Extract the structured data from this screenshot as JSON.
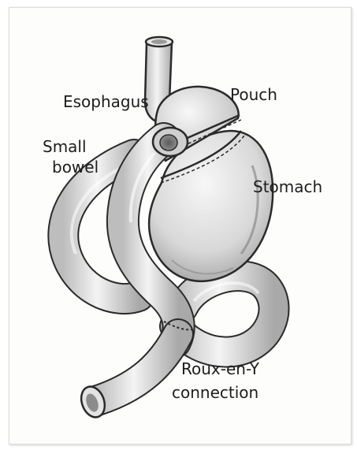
{
  "labels": {
    "esophagus": "Esophagus",
    "pouch": "Pouch",
    "small_bowel_line1": "Small",
    "small_bowel_line2": "bowel",
    "stomach": "Stomach",
    "rouxeny_line1": "Roux-en-Y",
    "rouxeny_line2": "connection"
  },
  "colors": {
    "outline": "#2a2a2a",
    "tissue_light": "#f3f3f3",
    "tissue_mid": "#d9d9d9",
    "tissue_dark": "#9c9c9c"
  }
}
